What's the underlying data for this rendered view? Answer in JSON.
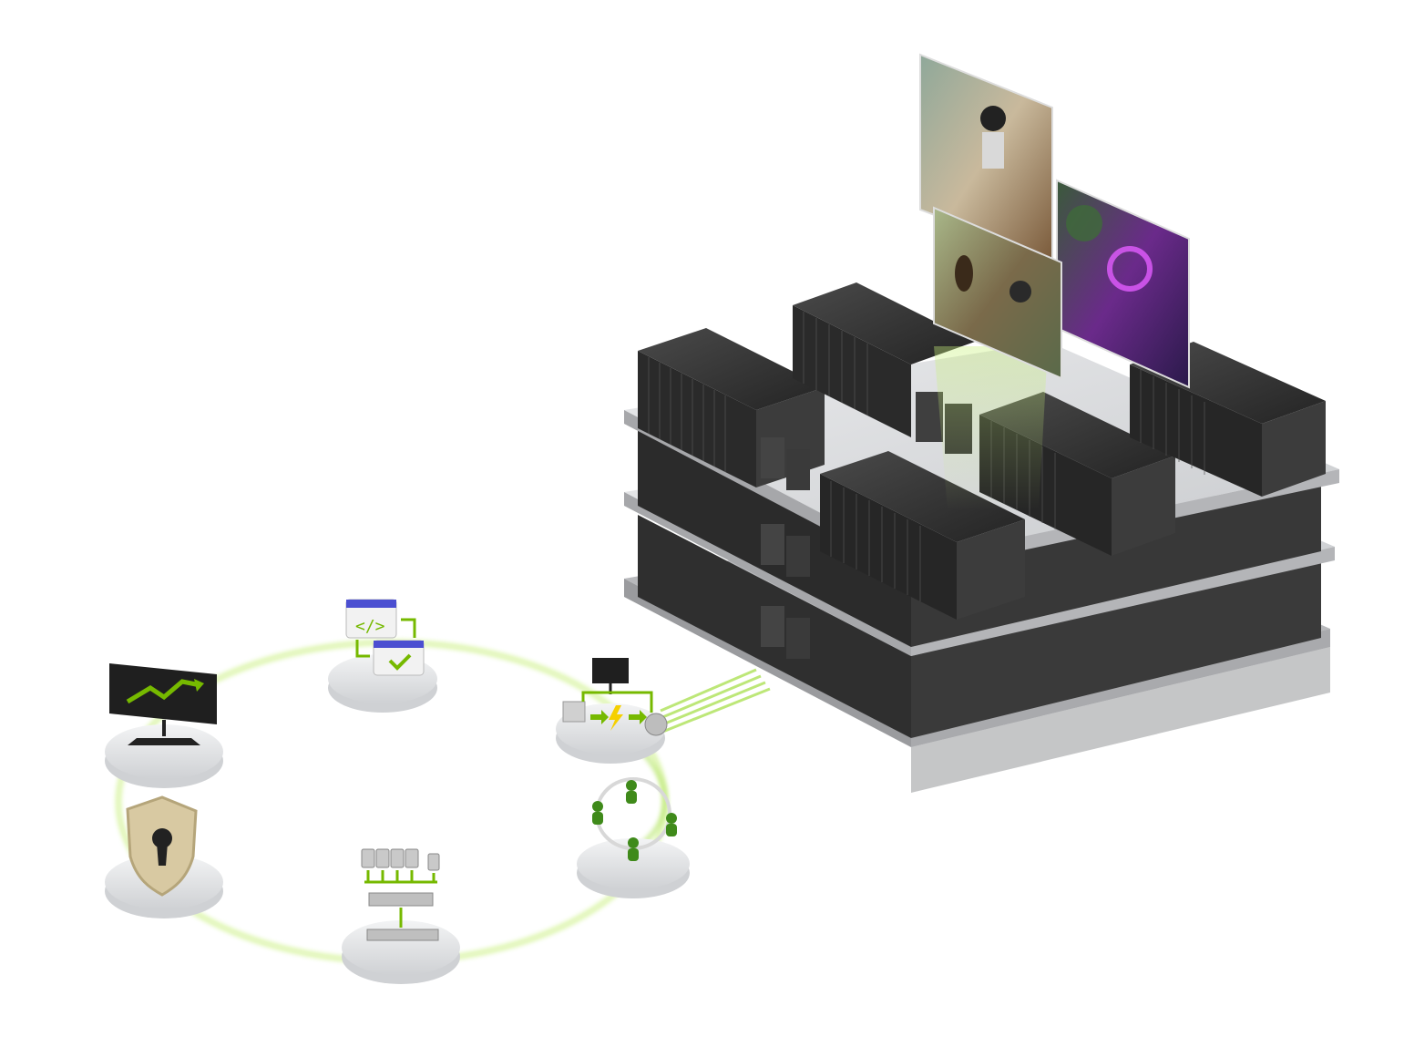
{
  "palette": {
    "accent_green": "#76b900",
    "glow_green": "#c8f07a",
    "rack_dark": "#2b2b2b",
    "rack_front": "#3a3a3a",
    "floor_gray": "#d7d8da",
    "pedestal": "#e4e5e7",
    "shield_gold": "#d8c9a2"
  },
  "icons": [
    "analytics-monitor-icon",
    "code-deploy-icon",
    "power-pipeline-icon",
    "security-shield-icon",
    "data-ingest-icon",
    "collaboration-people-icon"
  ],
  "datacenter": {
    "floors": 3,
    "screens": [
      "robot-kitchen-screen",
      "video-call-screen",
      "nebula-earth-screen"
    ]
  }
}
